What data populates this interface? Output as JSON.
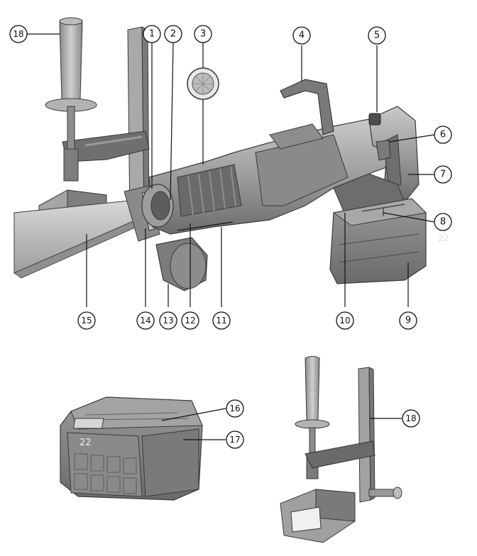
{
  "callouts": [
    {
      "id": "c1",
      "label": "1"
    },
    {
      "id": "c2",
      "label": "2"
    },
    {
      "id": "c3",
      "label": "3"
    },
    {
      "id": "c4",
      "label": "4"
    },
    {
      "id": "c5",
      "label": "5"
    },
    {
      "id": "c6",
      "label": "6"
    },
    {
      "id": "c7",
      "label": "7"
    },
    {
      "id": "c8",
      "label": "8"
    },
    {
      "id": "c9",
      "label": "9"
    },
    {
      "id": "c10",
      "label": "10"
    },
    {
      "id": "c11",
      "label": "11"
    },
    {
      "id": "c12",
      "label": "12"
    },
    {
      "id": "c13",
      "label": "13"
    },
    {
      "id": "c14",
      "label": "14"
    },
    {
      "id": "c15",
      "label": "15"
    },
    {
      "id": "c16",
      "label": "16"
    },
    {
      "id": "c17",
      "label": "17"
    },
    {
      "id": "c18a",
      "label": "18"
    },
    {
      "id": "c18b",
      "label": "18"
    }
  ],
  "battery_marking_top": "22",
  "battery_marking_side": "22",
  "colors": {
    "tool_body": "#9a9a9a",
    "tool_dark": "#5e5e5e",
    "tool_light": "#c8c8c8",
    "outline": "#3a3a3a"
  }
}
